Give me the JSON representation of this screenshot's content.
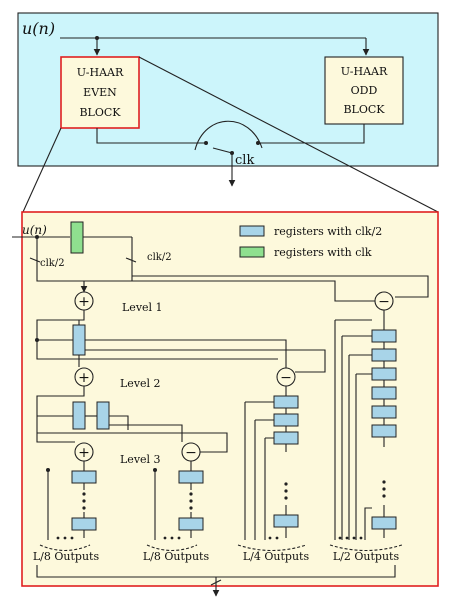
{
  "top": {
    "input_label": "u(n)",
    "even_block_lines": [
      "U-HAAR",
      "EVEN",
      "BLOCK"
    ],
    "odd_block_lines": [
      "U-HAAR",
      "ODD",
      "BLOCK"
    ],
    "clock_label": "clk"
  },
  "detail": {
    "input_label": "u(n)",
    "clk_half_left": "clk/2",
    "clk_half_right": "clk/2",
    "legend": [
      {
        "label": "registers with clk/2",
        "color": "#a8d4e8"
      },
      {
        "label": "registers with clk",
        "color": "#8fe08f"
      }
    ],
    "levels": [
      "Level 1",
      "Level 2",
      "Level 3"
    ],
    "adder_symbol": "+",
    "subtractor_symbol": "−",
    "outputs": [
      "L/8 Outputs",
      "L/8 Outputs",
      "L/4 Outputs",
      "L/2 Outputs"
    ]
  },
  "colors": {
    "top_background": "#ccf5fb",
    "detail_background": "#fdf9dc",
    "highlight_border": "#e02020"
  }
}
